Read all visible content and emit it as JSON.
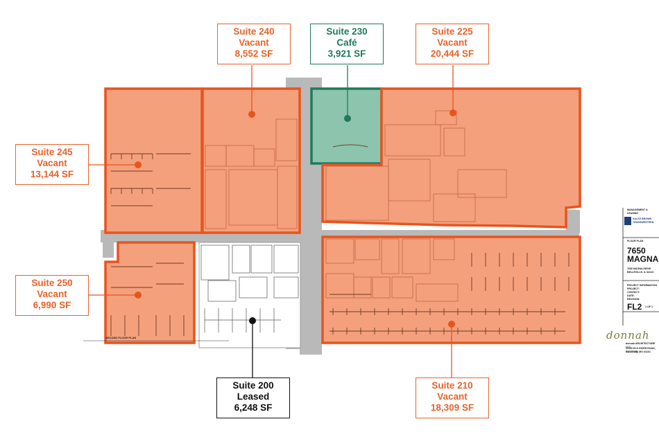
{
  "suites": [
    {
      "id": "240",
      "line1": "Suite 240",
      "line2": "Vacant",
      "line3": "8,552 SF",
      "status": "vacant"
    },
    {
      "id": "230",
      "line1": "Suite 230",
      "line2": "Café",
      "line3": "3,921 SF",
      "status": "cafe"
    },
    {
      "id": "225",
      "line1": "Suite 225",
      "line2": "Vacant",
      "line3": "20,444 SF",
      "status": "vacant"
    },
    {
      "id": "245",
      "line1": "Suite 245",
      "line2": "Vacant",
      "line3": "13,144 SF",
      "status": "vacant"
    },
    {
      "id": "250",
      "line1": "Suite 250",
      "line2": "Vacant",
      "line3": "6,990 SF",
      "status": "vacant"
    },
    {
      "id": "200",
      "line1": "Suite 200",
      "line2": "Leased",
      "line3": "6,248 SF",
      "status": "leased"
    },
    {
      "id": "210",
      "line1": "Suite 210",
      "line2": "Vacant",
      "line3": "18,309 SF",
      "status": "vacant"
    }
  ],
  "title_block": {
    "mgmt": "MANAGEMENT & LEASING",
    "broker_line1": "SALKE BROWN",
    "broker_line2": "TRANSWESTERN",
    "section": "FLOOR PLAN",
    "building_num": "7650",
    "building_name": "MAGNA",
    "addr1": "7650 MAGNA DRIVE",
    "addr2": "BELLEVILLE, IL 62223",
    "info_head": "PROJECT INFORMATION",
    "info1": "PROJECT:",
    "info2": "CONTACT:",
    "info3": "DATE:",
    "info4": "REVISION:",
    "floor": "FL2",
    "sheet": "1 OF 1",
    "architect_script": "donnah",
    "architect_name": "donnah ARCHITECTURE LLC",
    "architect_addr": "10100 ELK RIVER ROAD, SUITE 100",
    "architect_city": "ST. LOUIS, MO 63101"
  },
  "plan_title": "SECOND FLOOR PLAN",
  "colors": {
    "vacant_fill": "#f5a07c",
    "vacant_border": "#e8541e",
    "cafe_fill": "#8cc4ad",
    "cafe_border": "#1f7a5c",
    "leased_fill": "#ffffff",
    "corridor": "#b9b9b9",
    "label_orange": "#e8632a",
    "dot_orange": "#e8541e",
    "dot_green": "#1f7a5c",
    "dot_black": "#111111"
  }
}
